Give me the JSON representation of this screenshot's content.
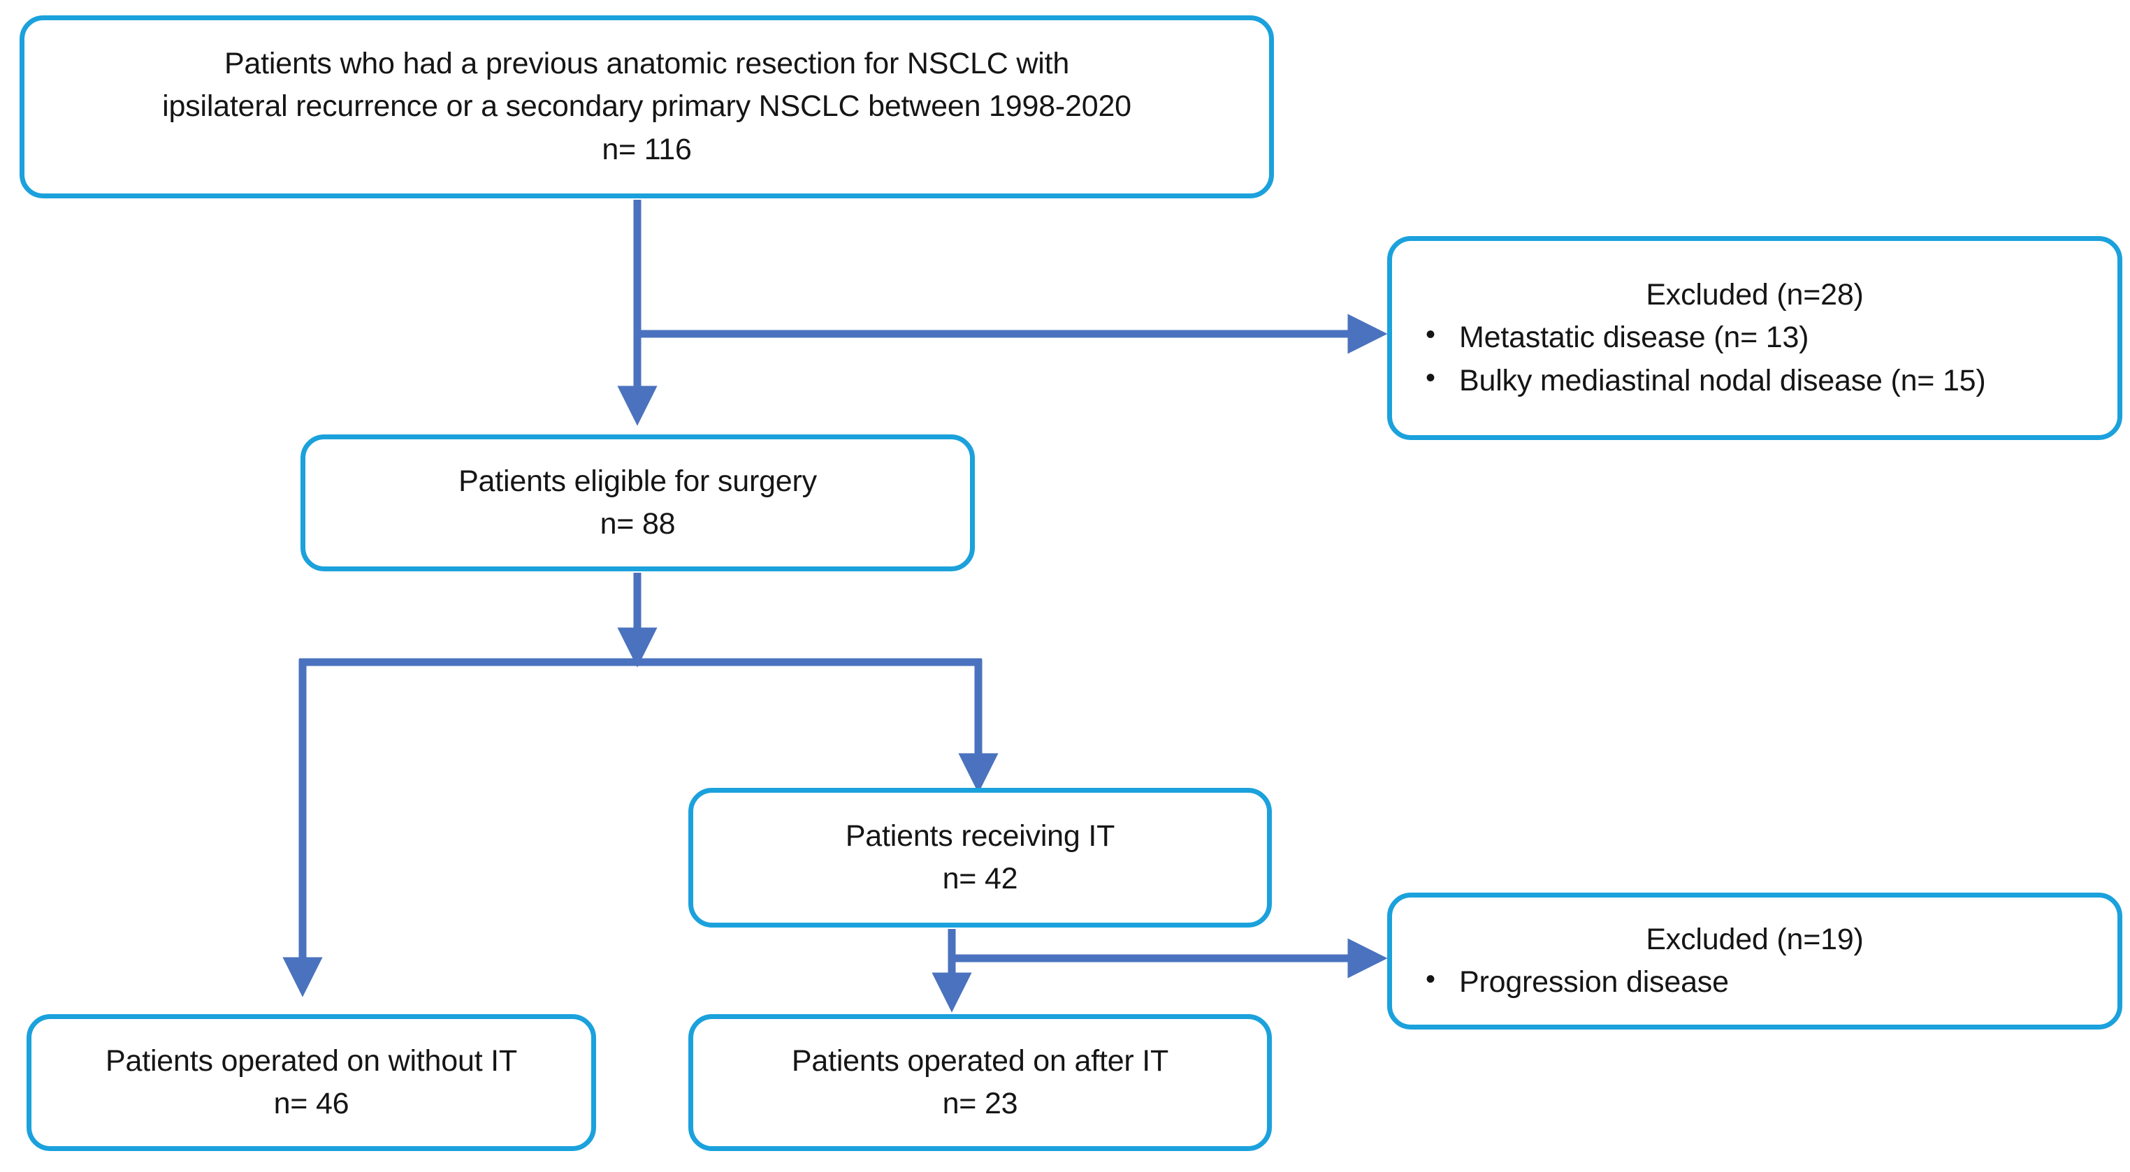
{
  "figure": {
    "type": "flowchart",
    "orientation": "top-down",
    "colors": {
      "box_border": "#1BA1DC",
      "box_fill": "#FFFFFF",
      "connector": "#4A72BE",
      "text": "#151515"
    }
  },
  "nodes": [
    {
      "id": "enrolled",
      "name": "enrolled-cohort-box",
      "lines": [
        "Patients who had a previous anatomic resection for  NSCLC with",
        "ipsilateral recurrence or a secondary primary NSCLC between 1998-2020",
        "n= 116"
      ],
      "count_label": "n= 116",
      "count": 116
    },
    {
      "id": "excluded1",
      "name": "excluded-box-1",
      "title": "Excluded (n=28)",
      "count": 28,
      "bullets": [
        "Metastatic disease (n= 13)",
        "Bulky mediastinal nodal disease (n= 15)"
      ]
    },
    {
      "id": "eligible",
      "name": "eligible-for-surgery-box",
      "lines": [
        "Patients eligible for surgery",
        "n= 88"
      ],
      "count_label": "n= 88",
      "count": 88
    },
    {
      "id": "receiving_it",
      "name": "patients-receiving-it-box",
      "lines": [
        "Patients receiving IT",
        "n= 42"
      ],
      "count_label": "n= 42",
      "count": 42
    },
    {
      "id": "excluded2",
      "name": "excluded-box-2",
      "title": "Excluded (n=19)",
      "count": 19,
      "bullets": [
        "Progression disease"
      ]
    },
    {
      "id": "operated_without_it",
      "name": "operated-without-it-box",
      "lines": [
        "Patients operated on without IT",
        "n= 46"
      ],
      "count_label": "n= 46",
      "count": 46
    },
    {
      "id": "operated_after_it",
      "name": "operated-after-it-box",
      "lines": [
        "Patients operated on after IT",
        "n= 23"
      ],
      "count_label": "n= 23",
      "count": 23
    }
  ],
  "edges": [
    {
      "from": "enrolled",
      "to": "eligible",
      "kind": "down-arrow"
    },
    {
      "from": "enrolled",
      "to": "excluded1",
      "kind": "right-arrow"
    },
    {
      "from": "eligible",
      "to": "split-bar",
      "kind": "down-arrow"
    },
    {
      "from": "split-bar",
      "to": "operated_without_it",
      "kind": "down-arrow"
    },
    {
      "from": "split-bar",
      "to": "receiving_it",
      "kind": "down-arrow"
    },
    {
      "from": "receiving_it",
      "to": "operated_after_it",
      "kind": "down-arrow"
    },
    {
      "from": "receiving_it",
      "to": "excluded2",
      "kind": "right-arrow"
    }
  ]
}
